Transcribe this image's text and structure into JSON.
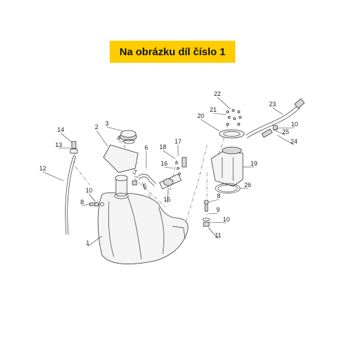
{
  "banner": {
    "text": "Na obrázku díl číslo 1"
  },
  "callouts": [
    {
      "label": "1"
    },
    {
      "label": "2"
    },
    {
      "label": "3"
    },
    {
      "label": "4"
    },
    {
      "label": "5"
    },
    {
      "label": "6"
    },
    {
      "label": "7"
    },
    {
      "label": "8"
    },
    {
      "label": "8"
    },
    {
      "label": "9"
    },
    {
      "label": "10"
    },
    {
      "label": "10"
    },
    {
      "label": "10"
    },
    {
      "label": "11"
    },
    {
      "label": "12"
    },
    {
      "label": "13"
    },
    {
      "label": "14"
    },
    {
      "label": "15"
    },
    {
      "label": "16"
    },
    {
      "label": "17"
    },
    {
      "label": "18"
    },
    {
      "label": "19"
    },
    {
      "label": "20"
    },
    {
      "label": "21"
    },
    {
      "label": "22"
    },
    {
      "label": "23"
    },
    {
      "label": "24"
    },
    {
      "label": "25"
    },
    {
      "label": "26"
    }
  ],
  "colors": {
    "banner": "#ffcc00",
    "line": "#333333",
    "background": "#ffffff"
  }
}
